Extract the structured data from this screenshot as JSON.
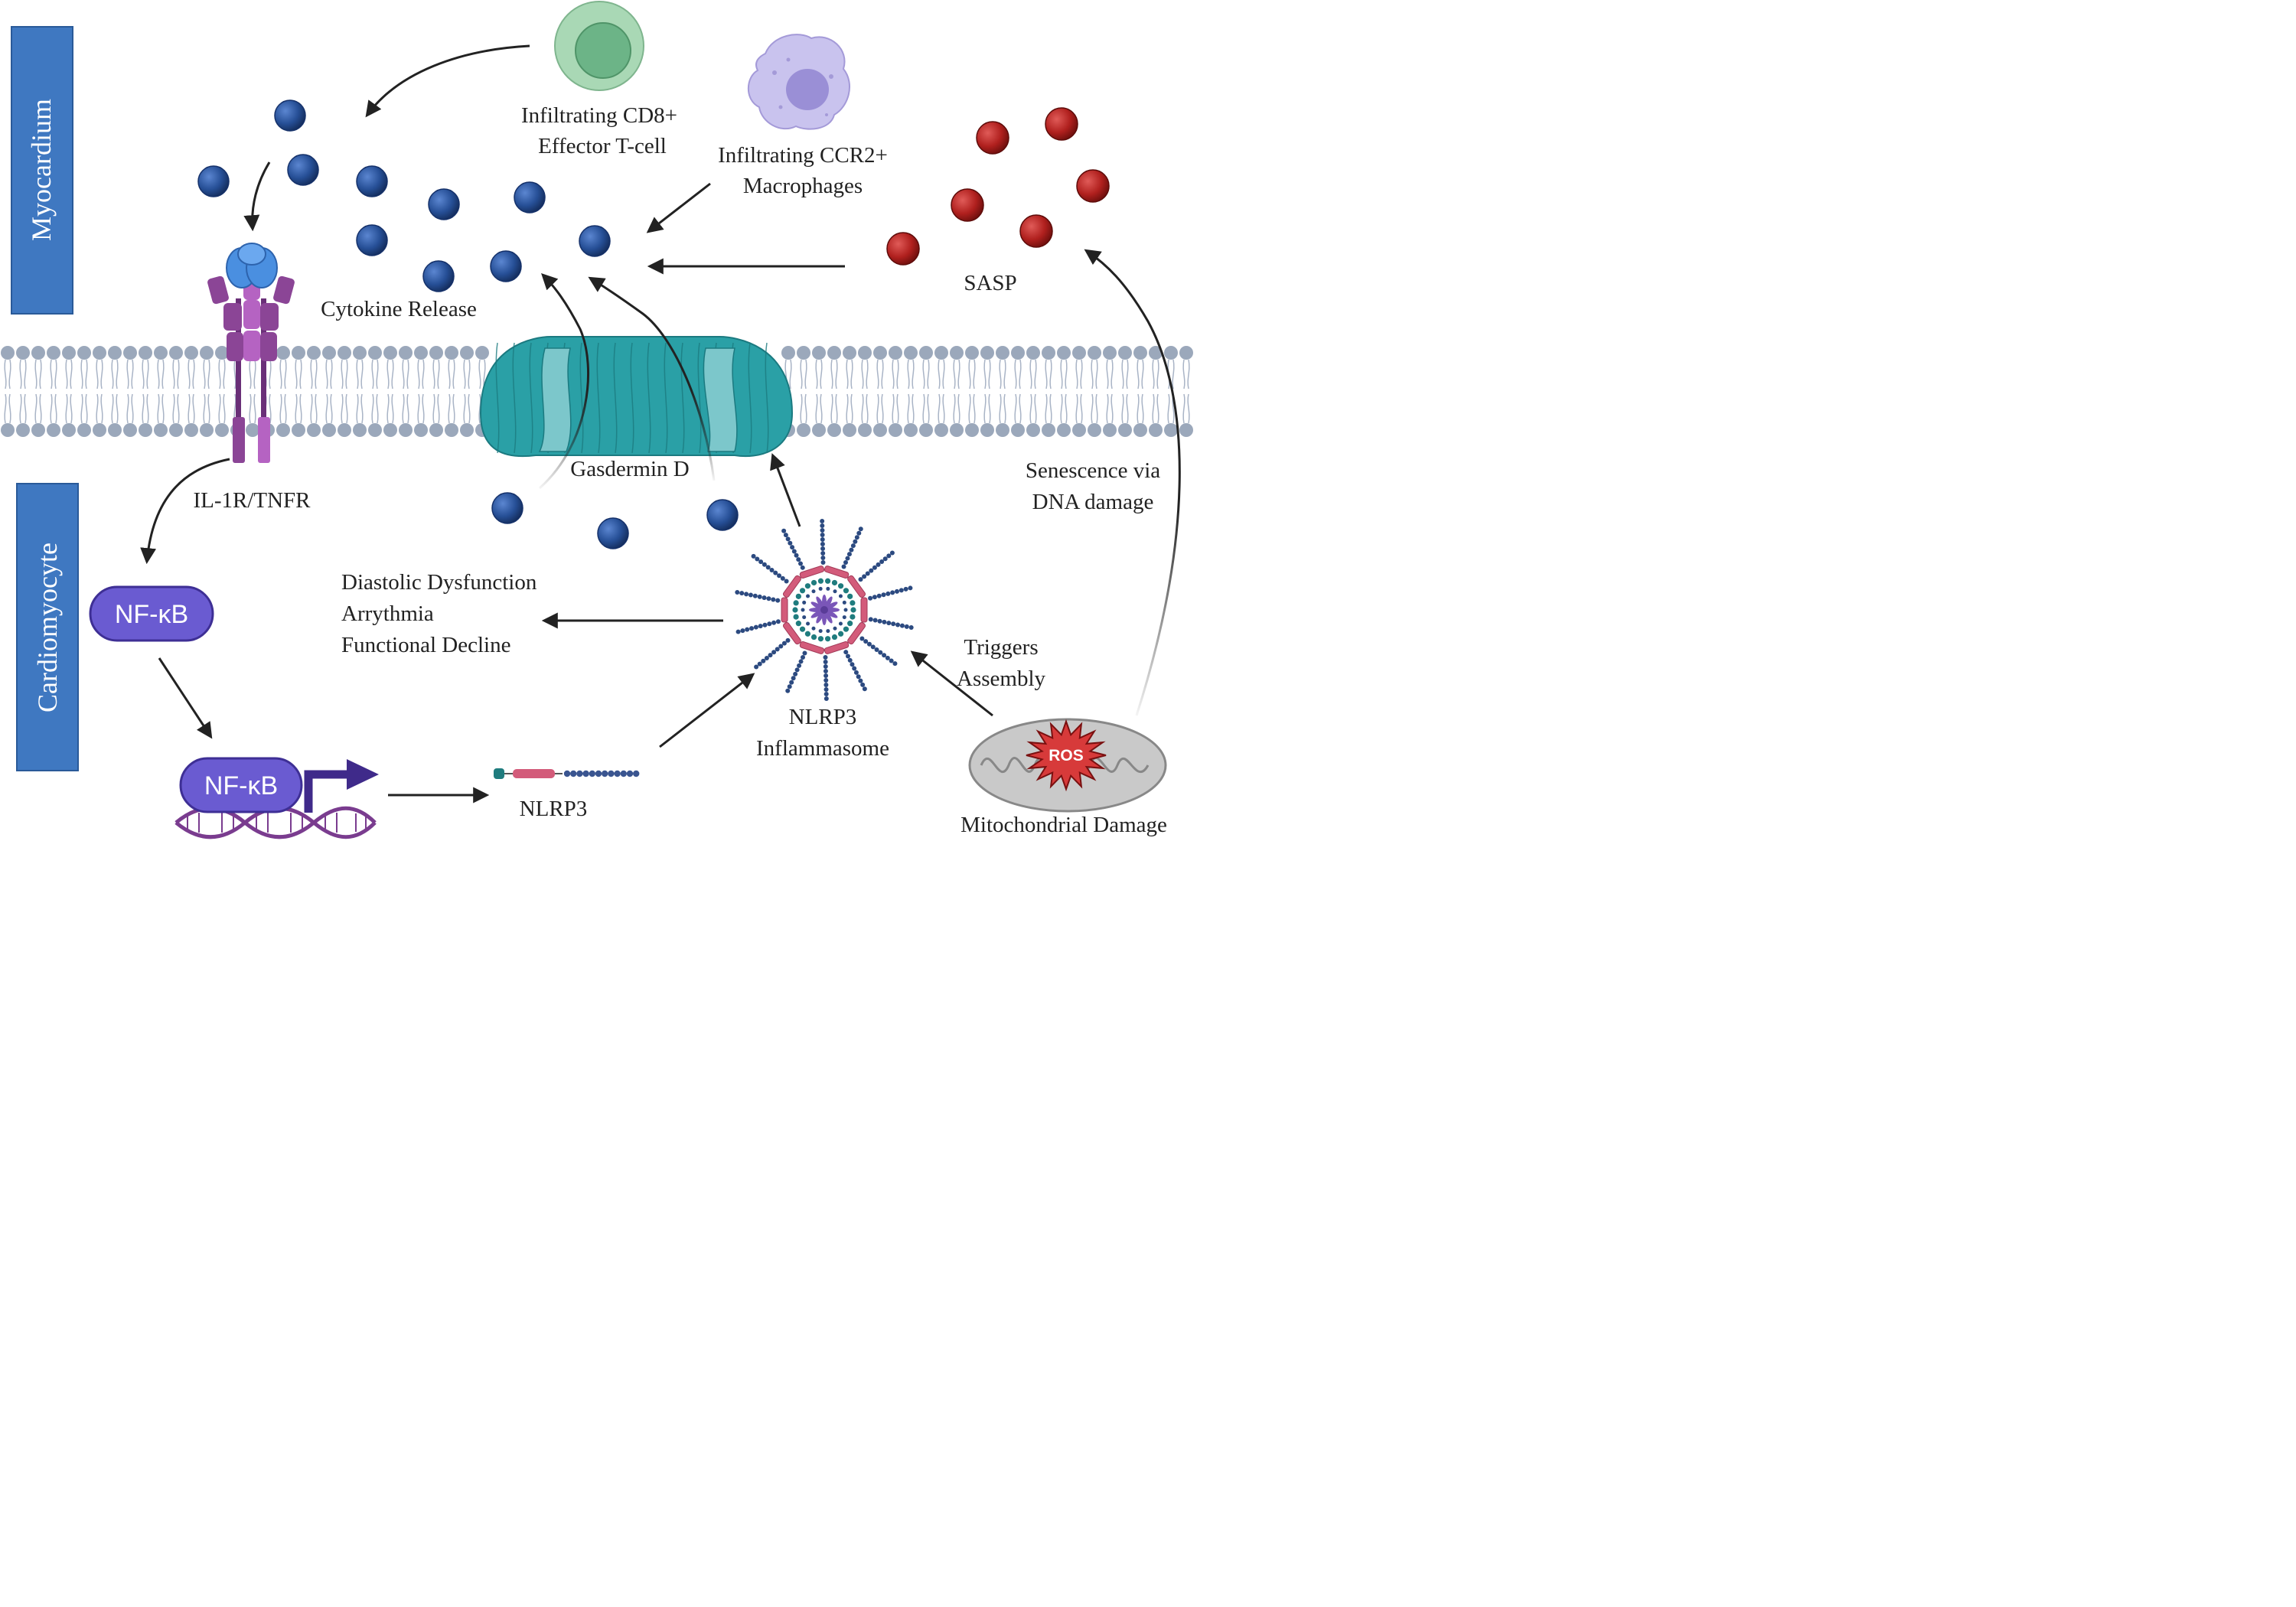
{
  "side_labels": {
    "top": "Myocardium",
    "bottom": "Cardiomyocyte"
  },
  "labels": {
    "cd8_line1": "Infiltrating CD8+",
    "cd8_line2": "Effector T-cell",
    "ccr2_line1": "Infiltrating CCR2+",
    "ccr2_line2": "Macrophages",
    "cytokine_release": "Cytokine Release",
    "sasp": "SASP",
    "receptor": "IL-1R/TNFR",
    "gasdermin": "Gasdermin D",
    "senescence_line1": "Senescence via",
    "senescence_line2": "DNA damage",
    "outcomes": [
      "Diastolic Dysfunction",
      "Arrythmia",
      "Functional Decline"
    ],
    "triggers_line1": "Triggers",
    "triggers_line2": "Assembly",
    "inflammasome_line1": "NLRP3",
    "inflammasome_line2": "Inflammasome",
    "nlrp3": "NLRP3",
    "mito": "Mitochondrial Damage",
    "ros": "ROS",
    "nfkb_cyto": "NF-κB",
    "nfkb_nuclear": "NF-κB"
  },
  "colors": {
    "side_box": "#3f78c1",
    "cytokine": "#264f96",
    "sasp": "#b0201e",
    "membrane": "#9ba8bb",
    "gasdermin": "#2aa0a6",
    "receptor": "#8b4596",
    "nfkb": "#6a5bd1",
    "ros": "#d73a3a"
  }
}
